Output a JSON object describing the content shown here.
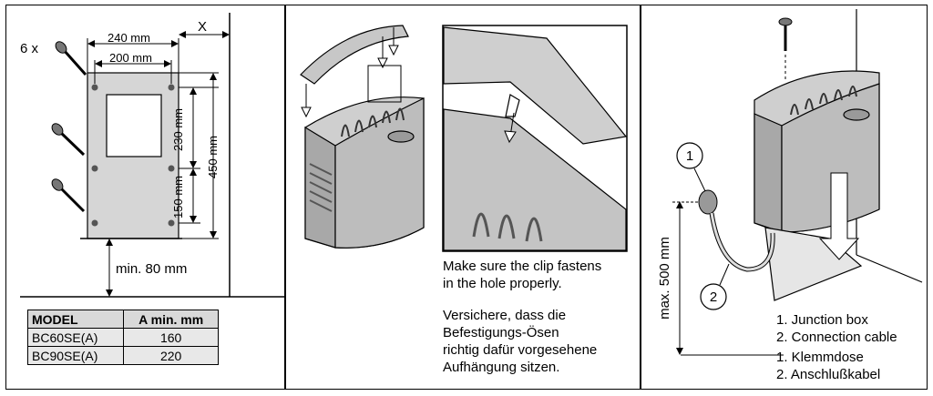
{
  "panel1": {
    "screw_count": "6 x",
    "dim_outer_width": "240 mm",
    "dim_inner_width": "200 mm",
    "dim_wall_gap": "X",
    "dim_upper_height": "230 mm",
    "dim_lower_height": "150 mm",
    "dim_total_height": "450 mm",
    "dim_floor": "min. 80 mm",
    "table": {
      "headers": [
        "MODEL",
        "A min. mm"
      ],
      "rows": [
        [
          "BC60SE(A)",
          "160"
        ],
        [
          "BC90SE(A)",
          "220"
        ]
      ]
    }
  },
  "panel2": {
    "caption_en": [
      "Make sure the clip fastens",
      "in the hole properly."
    ],
    "caption_de": [
      "Versichere, dass die",
      "Befestigungs-Ösen",
      "richtig dafür vorgesehene",
      "Aufhängung sitzen."
    ]
  },
  "panel3": {
    "callout_1": "1",
    "callout_2": "2",
    "dim_max_height": "max. 500 mm",
    "legend_en": [
      "1. Junction box",
      "2. Connection cable"
    ],
    "legend_de": [
      "1. Klemmdose",
      "2. Anschlußkabel"
    ]
  }
}
